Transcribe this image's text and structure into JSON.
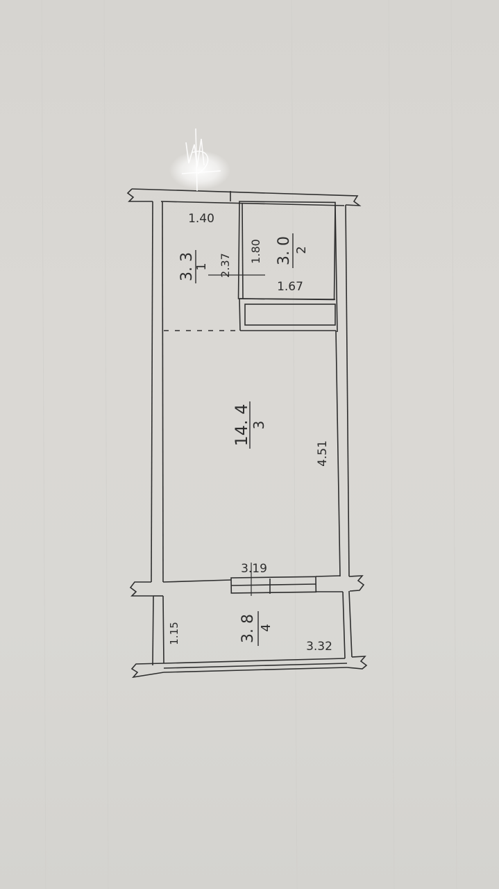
{
  "rooms": [
    {
      "number": "1",
      "area": "3. 3"
    },
    {
      "number": "2",
      "area": "3. 0"
    },
    {
      "number": "3",
      "area": "14. 4"
    },
    {
      "number": "4",
      "area": "3. 8"
    }
  ],
  "dimensions": {
    "hall_width": "1.40",
    "hall_length": "2.37",
    "bath_width": "1.80",
    "bath_length": "1.67",
    "main_length": "4.51",
    "main_width": "3.19",
    "balcony_width": "1.15",
    "balcony_length": "3.32"
  },
  "colors": {
    "paper": "#d8d7d3",
    "ink": "#2e2e2e"
  }
}
